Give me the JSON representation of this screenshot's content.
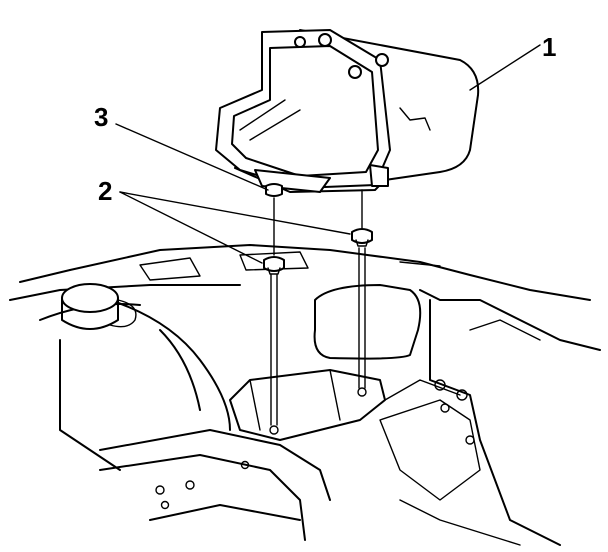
{
  "figure": {
    "type": "technical-illustration",
    "background": "#ffffff",
    "line_color": "#000000"
  },
  "callouts": [
    {
      "id": "1",
      "label": "1"
    },
    {
      "id": "2",
      "label": "2"
    },
    {
      "id": "3",
      "label": "3"
    }
  ]
}
